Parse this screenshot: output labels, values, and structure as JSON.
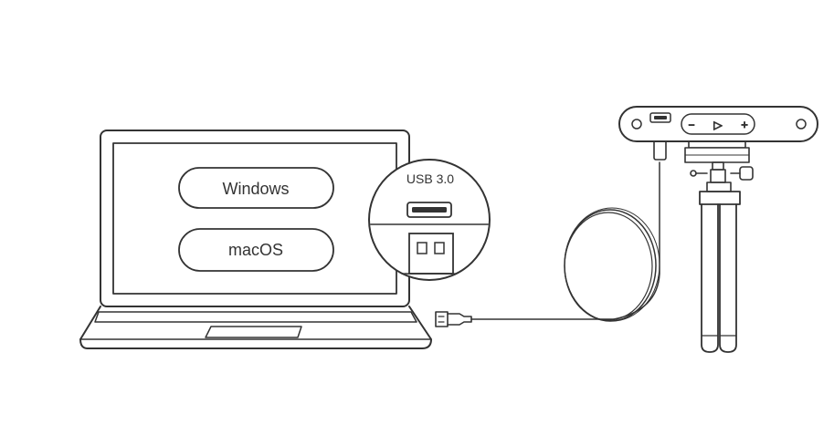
{
  "os_options": [
    {
      "label": "Windows"
    },
    {
      "label": "macOS"
    }
  ],
  "port_callout": {
    "label": "USB 3.0"
  },
  "scanner_controls": {
    "minus": "−",
    "play": "▷",
    "plus": "+"
  },
  "colors": {
    "stroke": "#333333",
    "background": "#ffffff"
  }
}
